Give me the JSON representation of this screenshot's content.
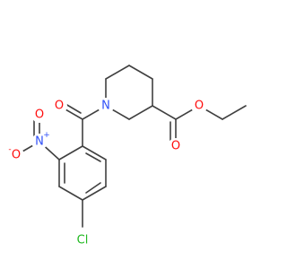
{
  "molecule": {
    "atom_colors": {
      "carbon_bond": "#404040",
      "oxygen": "#ff0d0d",
      "nitrogen": "#3050f8",
      "chlorine": "#1fb81f"
    },
    "labels": {
      "ring_nitrogen": "N",
      "amide_oxygen": "O",
      "ester_carbonyl_oxygen": "O",
      "ester_ether_oxygen": "O",
      "nitro_nitrogen": "N",
      "nitro_nitrogen_charge": "+",
      "nitro_oxygen_double": "O",
      "nitro_oxygen_single": "O",
      "nitro_oxygen_charge": "-",
      "chlorine": "Cl"
    }
  }
}
